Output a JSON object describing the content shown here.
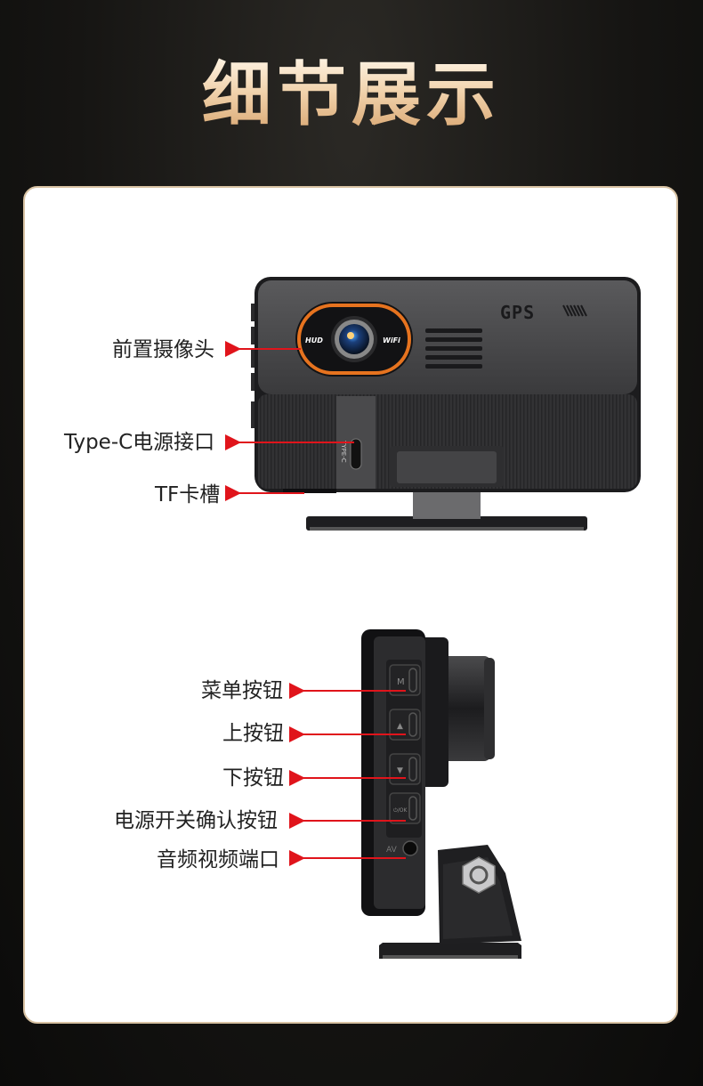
{
  "page": {
    "title": "细节展示"
  },
  "front_view": {
    "labels": [
      "前置摄像头",
      "Type-C电源接口",
      "TF卡槽"
    ],
    "lens_left": "HUD",
    "lens_right": "WiFi",
    "brand": "GPS",
    "port_text": "TYPE-C"
  },
  "side_view": {
    "labels": [
      "菜单按钮",
      "上按钮",
      "下按钮",
      "电源开关确认按钮",
      "音频视频端口"
    ],
    "button_marks": [
      "M",
      "▲",
      "▼",
      "⏻/OK"
    ],
    "av_text": "AV"
  },
  "colors": {
    "arrow": "#e0141b",
    "accent_orange": "#e6731f",
    "title_gold": "#e7c196"
  }
}
